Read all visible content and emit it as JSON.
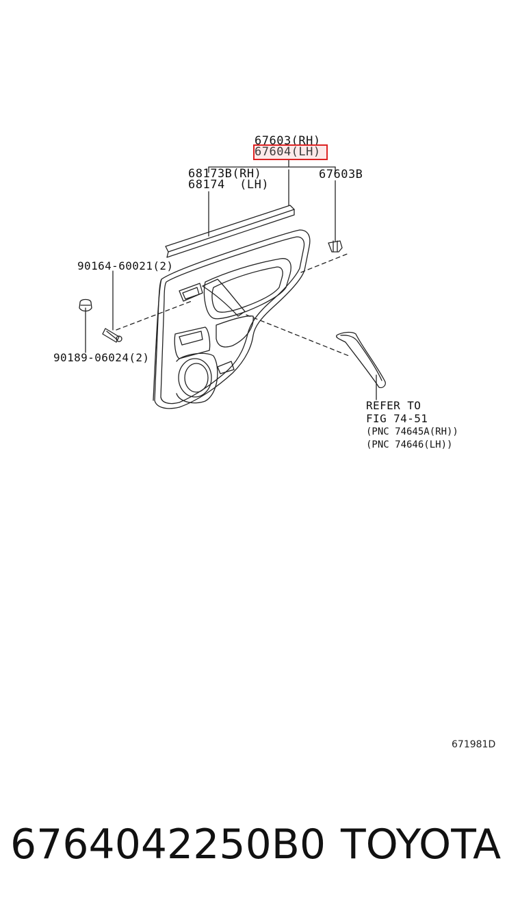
{
  "callouts": {
    "part_rh": "67603(RH)",
    "part_lh": "67604(LH)",
    "weatherstrip_rh": "68173B(RH)",
    "weatherstrip_lh": "68174  (LH)",
    "clip": "67603B",
    "screw": "90164-60021(2)",
    "grommet": "90189-06024(2)",
    "refer_line1": "REFER TO",
    "refer_line2": "FIG 74-51",
    "refer_line3": "(PNC 74645A(RH))",
    "refer_line4": "(PNC 74646(LH))"
  },
  "highlight": {
    "target": "67604(LH)",
    "color": "#dd2222"
  },
  "diagram_code": "671981D",
  "footer": {
    "part_number": "6764042250B0",
    "brand": "TOYOTA"
  }
}
